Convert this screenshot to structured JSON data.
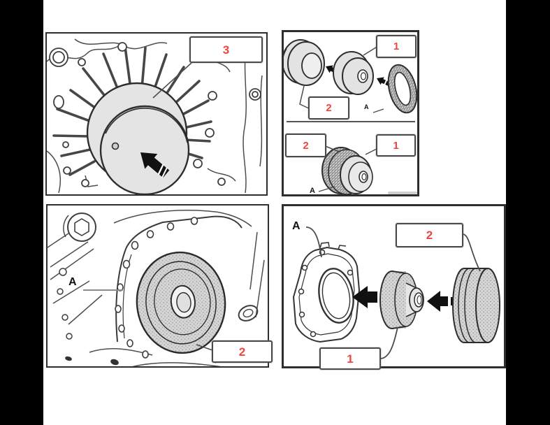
{
  "figure": {
    "description_colors": {
      "canvas": "#000000",
      "paper": "#ffffff",
      "callout_red": "#ee4540",
      "callout_box_border": "#4a4a4a",
      "line_art": "#3d3d3d",
      "part_fill": "#e2e2e2"
    },
    "panels": {
      "top_left": {
        "callout_3": "3"
      },
      "top_right": {
        "upper": {
          "callout_1": "1",
          "callout_2": "2",
          "ref_a": "A"
        },
        "lower": {
          "callout_2": "2",
          "callout_1": "1",
          "ref_a": "A"
        }
      },
      "bottom_left": {
        "ref_a": "A",
        "callout_2": "2"
      },
      "bottom_right": {
        "ref_a": "A",
        "callout_2": "2",
        "callout_1": "1"
      }
    }
  }
}
